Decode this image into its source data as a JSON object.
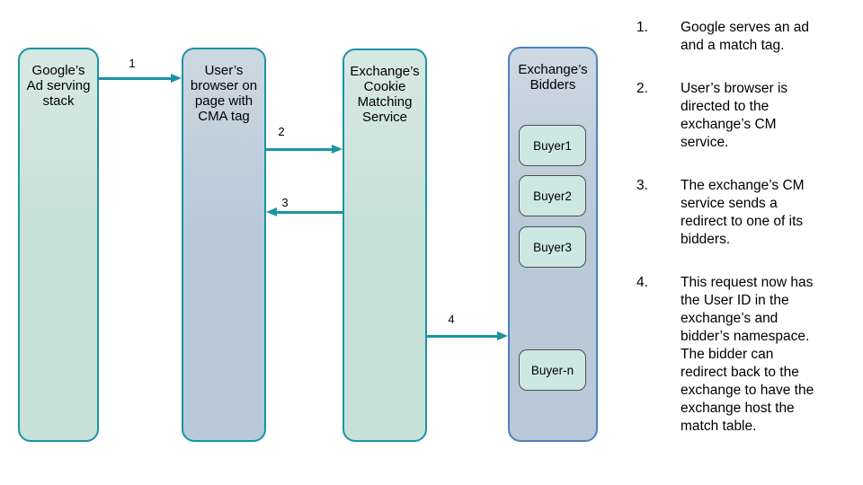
{
  "colors": {
    "teal": "#1b93a4",
    "green_fill": "#c7e0d8",
    "blue_fill": "#b9c9d8",
    "bidders_border": "#4a82c0",
    "buyer_fill": "#cde8e2",
    "buyer_border": "#4d4d4d"
  },
  "diagram": {
    "boxes": {
      "google": {
        "label": "Google’s\nAd serving\nstack"
      },
      "browser": {
        "label": "User’s\nbrowser on\npage with\nCMA tag"
      },
      "cm_service": {
        "label": "Exchange’s\nCookie\nMatching\nService"
      },
      "bidders": {
        "label": "Exchange’s\nBidders",
        "buyers": [
          "Buyer1",
          "Buyer2",
          "Buyer3",
          "Buyer-n"
        ]
      }
    },
    "arrow_labels": {
      "a1": "1",
      "a2": "2",
      "a3": "3",
      "a4": "4"
    }
  },
  "steps": [
    {
      "num": "1.",
      "text": "Google serves an ad\nand a match tag."
    },
    {
      "num": "2.",
      "text": "User’s browser is\ndirected to the\nexchange’s CM\nservice."
    },
    {
      "num": "3.",
      "text": "The exchange’s CM\nservice sends a\nredirect to one of its\nbidders."
    },
    {
      "num": "4.",
      "text": "This request now has\nthe User ID in the\nexchange’s and\nbidder’s namespace.\nThe bidder can\nredirect back to the\nexchange to have the\nexchange host the\nmatch table."
    }
  ]
}
